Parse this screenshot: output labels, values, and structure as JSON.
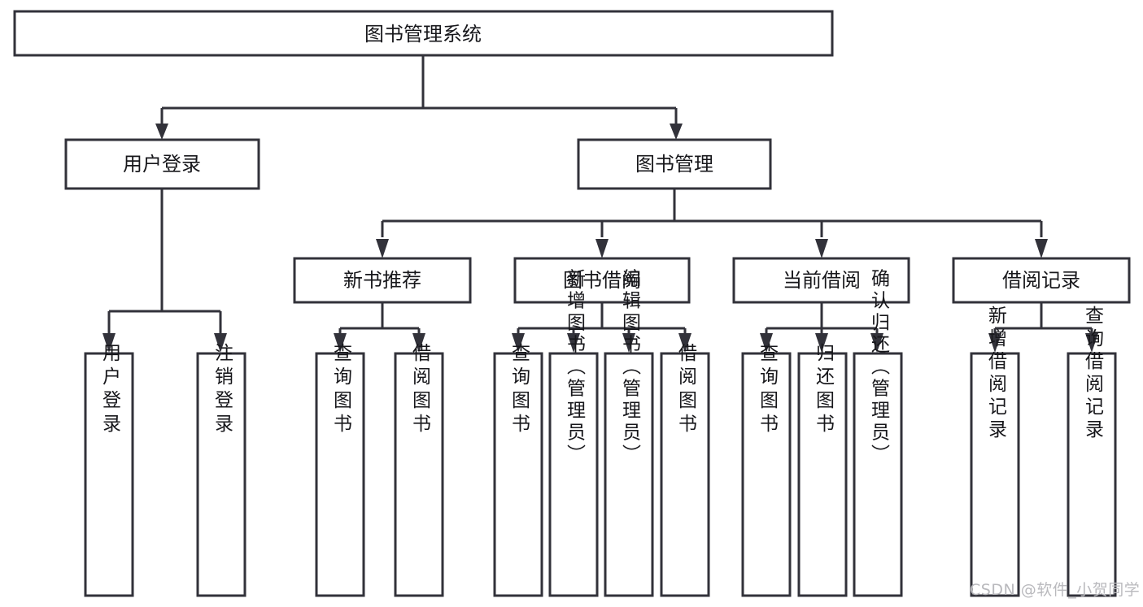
{
  "diagram": {
    "title": "图书管理系统",
    "type": "tree-hierarchy",
    "root": {
      "id": "root",
      "label": "图书管理系统",
      "orientation": "horizontal"
    },
    "level2": [
      {
        "id": "user-login",
        "label": "用户登录",
        "orientation": "horizontal"
      },
      {
        "id": "book-manage",
        "label": "图书管理",
        "orientation": "horizontal"
      }
    ],
    "level3": [
      {
        "id": "new-book-recommend",
        "label": "新书推荐",
        "orientation": "horizontal",
        "parent": "book-manage"
      },
      {
        "id": "book-borrow",
        "label": "图书借阅",
        "orientation": "horizontal",
        "parent": "book-manage"
      },
      {
        "id": "current-borrow",
        "label": "当前借阅",
        "orientation": "horizontal",
        "parent": "book-manage"
      },
      {
        "id": "borrow-record",
        "label": "借阅记录",
        "orientation": "horizontal",
        "parent": "book-manage"
      }
    ],
    "leaves": [
      {
        "id": "leaf-user-login",
        "label": "用户登录",
        "orientation": "vertical",
        "parent": "user-login"
      },
      {
        "id": "leaf-logout-login",
        "label": "注销登录",
        "orientation": "vertical",
        "parent": "user-login"
      },
      {
        "id": "leaf-query-book-1",
        "label": "查询图书",
        "orientation": "vertical",
        "parent": "new-book-recommend"
      },
      {
        "id": "leaf-borrow-book-1",
        "label": "借阅图书",
        "orientation": "vertical",
        "parent": "new-book-recommend"
      },
      {
        "id": "leaf-query-book-2",
        "label": "查询图书",
        "orientation": "vertical",
        "parent": "book-borrow"
      },
      {
        "id": "leaf-add-book-admin",
        "label": "新增图书（管理员）",
        "orientation": "vertical",
        "parent": "book-borrow"
      },
      {
        "id": "leaf-edit-book-admin",
        "label": "编辑图书（管理员）",
        "orientation": "vertical",
        "parent": "book-borrow"
      },
      {
        "id": "leaf-borrow-book-2",
        "label": "借阅图书",
        "orientation": "vertical",
        "parent": "book-borrow"
      },
      {
        "id": "leaf-query-book-3",
        "label": "查询图书",
        "orientation": "vertical",
        "parent": "current-borrow"
      },
      {
        "id": "leaf-return-book",
        "label": "归还图书",
        "orientation": "vertical",
        "parent": "current-borrow"
      },
      {
        "id": "leaf-confirm-return-admin",
        "label": "确认归还（管理员）",
        "orientation": "vertical",
        "parent": "current-borrow"
      },
      {
        "id": "leaf-add-borrow-record",
        "label": "新增借阅记录",
        "orientation": "vertical",
        "parent": "borrow-record"
      },
      {
        "id": "leaf-query-borrow-record",
        "label": "查询借阅记录",
        "orientation": "vertical",
        "parent": "borrow-record"
      }
    ],
    "colors": {
      "stroke": "#32323a",
      "fill": "#ffffff",
      "text": "#17171b",
      "watermark": "#b9b9bd"
    }
  },
  "watermark": {
    "text": "CSDN @软件_小贺同学"
  }
}
